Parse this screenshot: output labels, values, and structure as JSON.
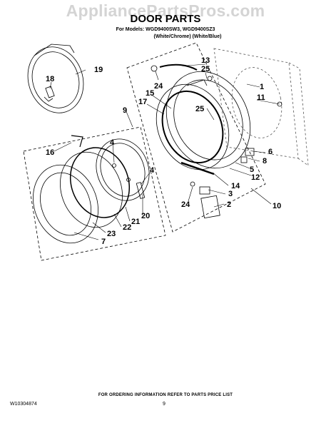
{
  "watermark": "AppliancePartsPros.com",
  "title": "DOOR PARTS",
  "models_line1": "For Models: WGD9400SW3, WGD9400SZ3",
  "models_line2": "(White/Chrome)  (White/Blue)",
  "callouts": {
    "c19": "19",
    "c18": "18",
    "c13": "13",
    "c25a": "25",
    "c24a": "24",
    "c15": "15",
    "c17": "17",
    "c9": "9",
    "c1": "1",
    "c11": "11",
    "c25b": "25",
    "c6": "6",
    "c8": "8",
    "c5": "5",
    "c12": "12",
    "c16": "16",
    "c4a": "4",
    "c4b": "4",
    "c14": "14",
    "c3": "3",
    "c24b": "24",
    "c2": "2",
    "c10": "10",
    "c20": "20",
    "c21": "21",
    "c22": "22",
    "c23": "23",
    "c7": "7"
  },
  "footer": {
    "note": "FOR ORDERING INFORMATION REFER TO PARTS PRICE LIST",
    "doc_number": "W10304874",
    "page_number": "9"
  }
}
